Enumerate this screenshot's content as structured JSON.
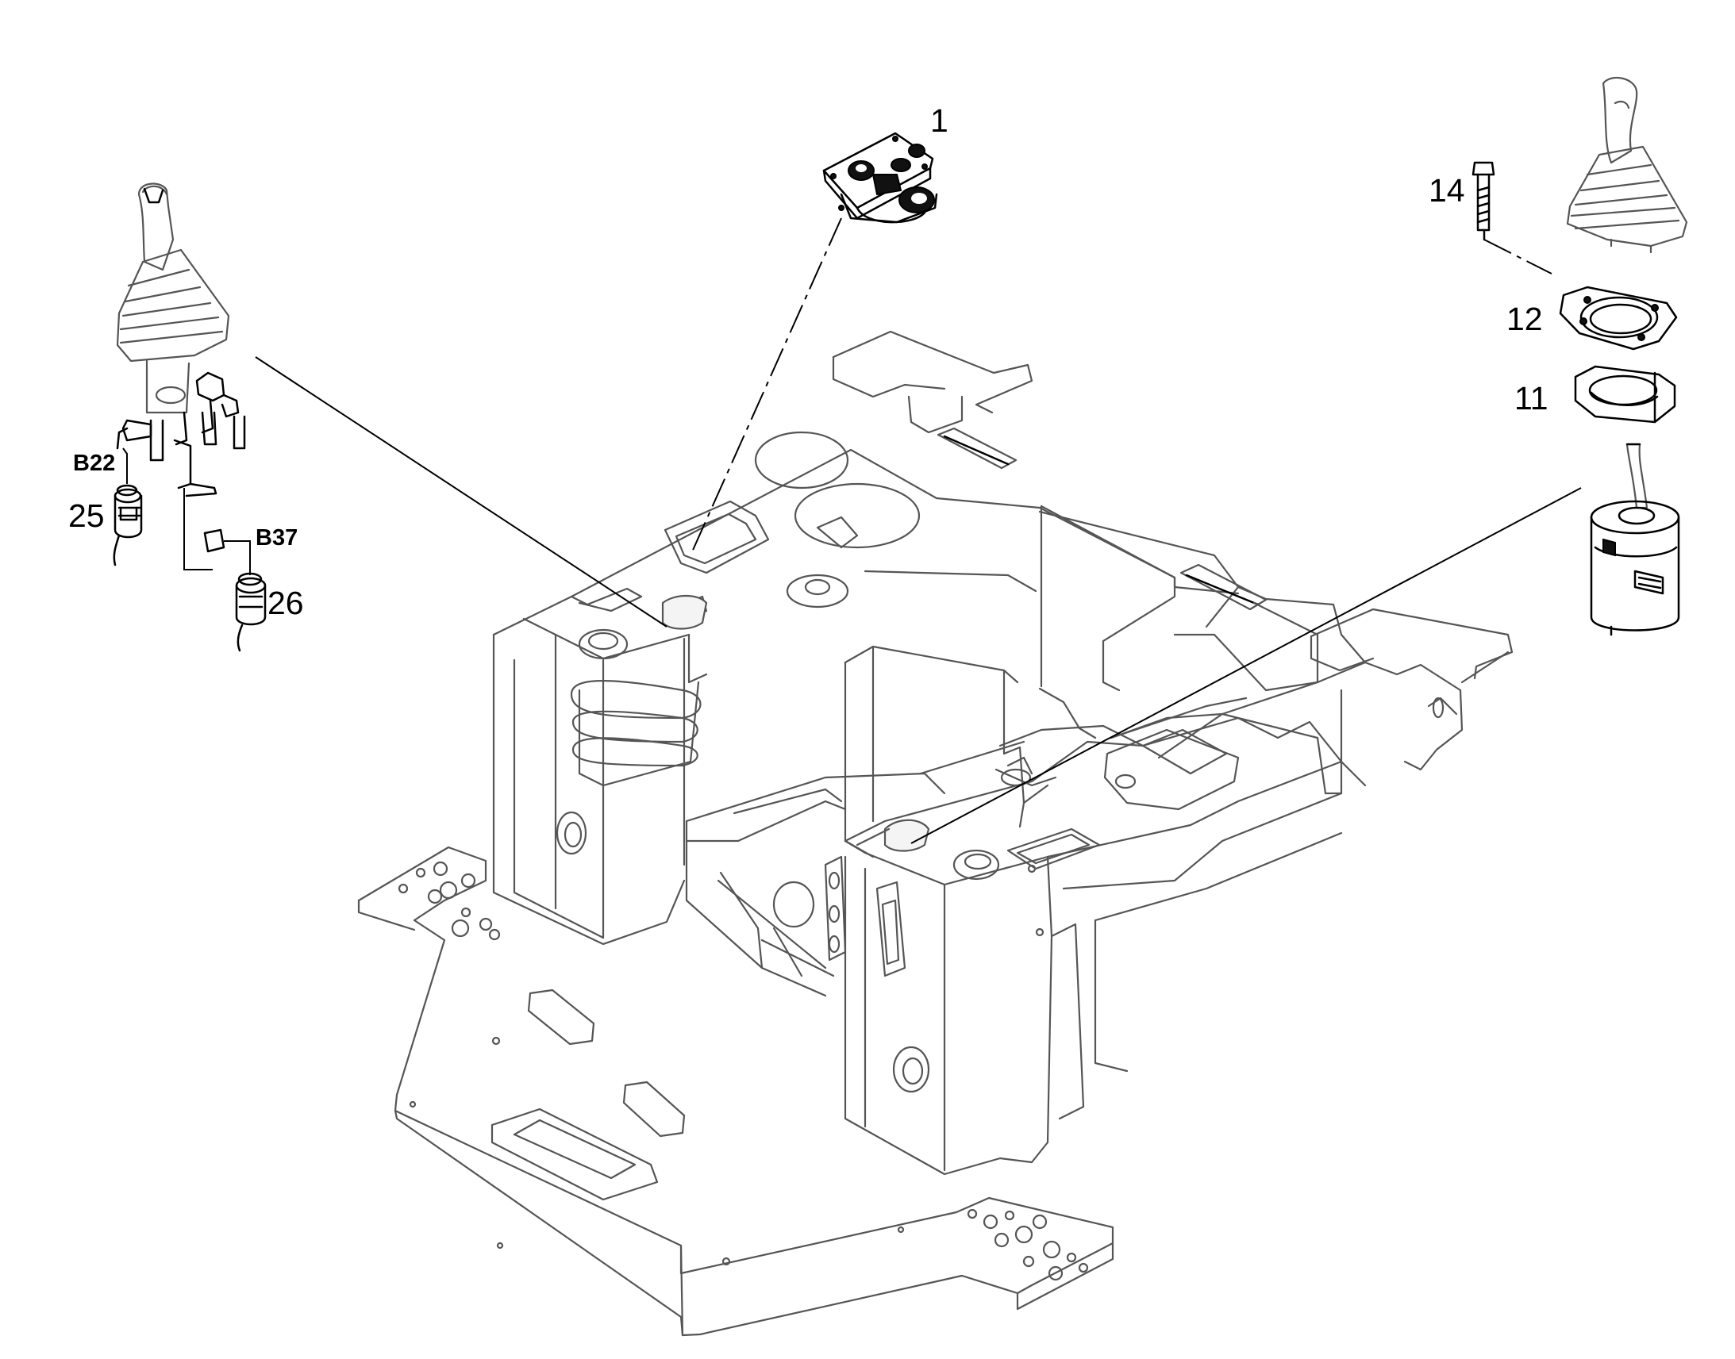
{
  "diagram": {
    "callouts": [
      {
        "id": "c1",
        "label": "1",
        "part": "control-valve-assembly"
      },
      {
        "id": "c11",
        "label": "11",
        "part": "joystick-mounting-bracket"
      },
      {
        "id": "c12",
        "label": "12",
        "part": "joystick-mounting-plate"
      },
      {
        "id": "c14",
        "label": "14",
        "part": "mounting-bolt"
      },
      {
        "id": "c25",
        "label": "25",
        "part": "pressure-sensor-b22"
      },
      {
        "id": "c26",
        "label": "26",
        "part": "pressure-sensor-b37"
      }
    ],
    "tags": [
      {
        "id": "b22",
        "label": "B22"
      },
      {
        "id": "b37",
        "label": "B37"
      }
    ],
    "colors": {
      "outline": "#555555",
      "ink": "#000000",
      "background": "#ffffff"
    }
  }
}
